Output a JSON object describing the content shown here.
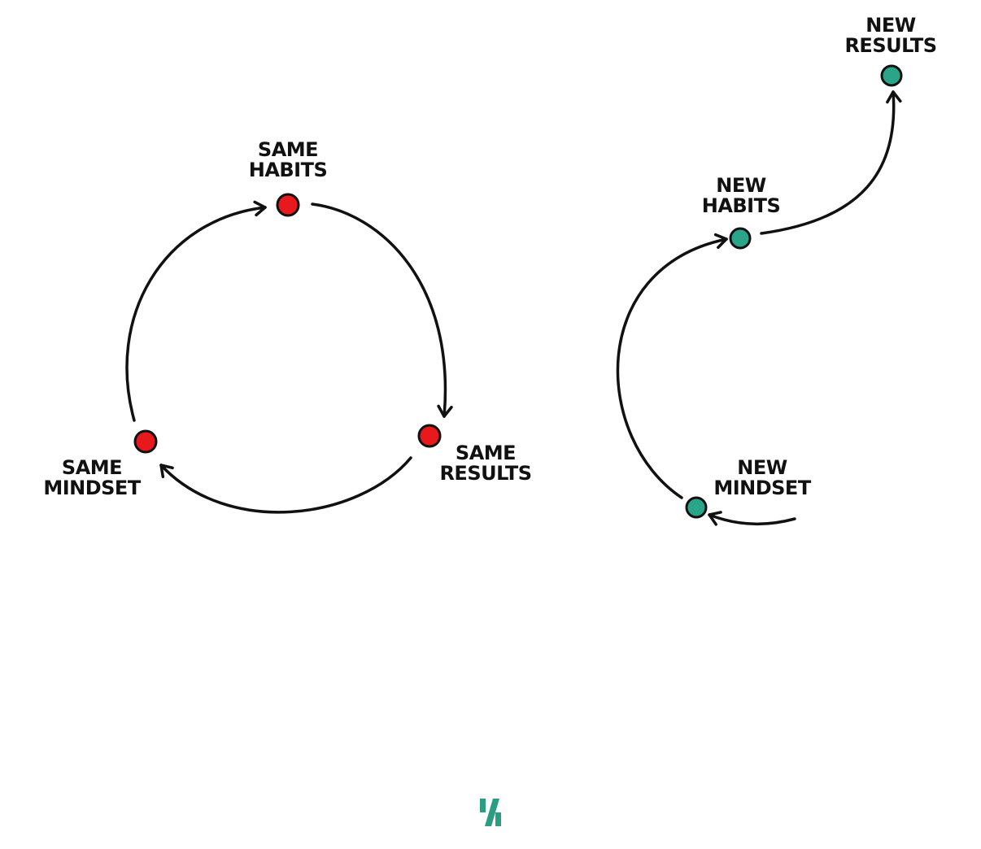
{
  "colors": {
    "same": "#e8191d",
    "new": "#2ba58a",
    "logo": "#2a9d82",
    "stroke": "#111111"
  },
  "left_cycle": {
    "nodes": [
      {
        "id": "habits",
        "lines": [
          "SAME",
          "HABITS"
        ]
      },
      {
        "id": "results",
        "lines": [
          "SAME",
          "RESULTS"
        ]
      },
      {
        "id": "mindset",
        "lines": [
          "SAME",
          "MINDSET"
        ]
      }
    ]
  },
  "right_path": {
    "nodes": [
      {
        "id": "mindset",
        "lines": [
          "NEW",
          "MINDSET"
        ]
      },
      {
        "id": "habits",
        "lines": [
          "NEW",
          "HABITS"
        ]
      },
      {
        "id": "results",
        "lines": [
          "NEW",
          "RESULTS"
        ]
      }
    ]
  },
  "logo": {
    "icon": "percent-slash-logo"
  }
}
